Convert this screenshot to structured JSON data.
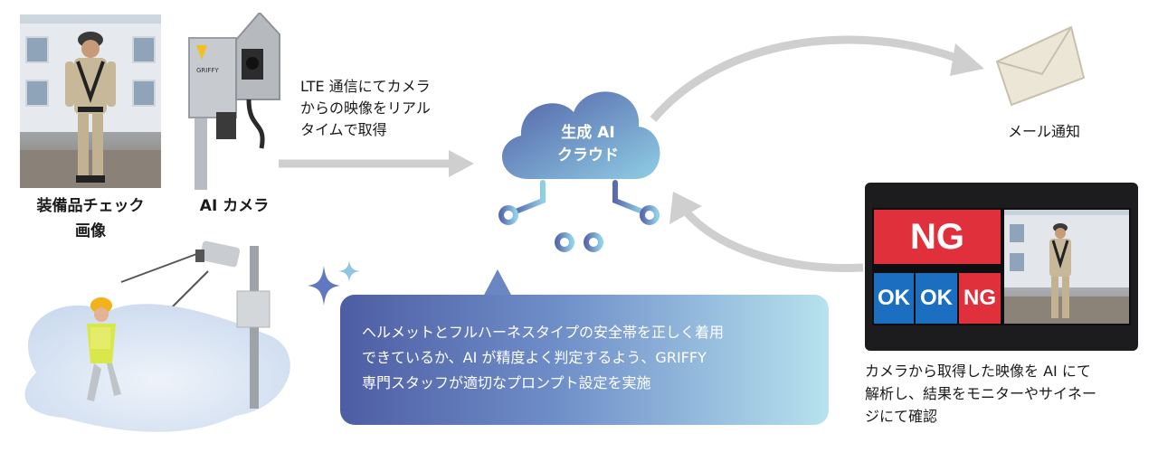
{
  "labels": {
    "equipment_check_line1": "装備品チェック",
    "equipment_check_line2": "画像",
    "ai_camera": "AI カメラ",
    "lte_line1": "LTE 通信にてカメラ",
    "lte_line2": "からの映像をリアル",
    "lte_line3": "タイムで取得",
    "cloud_line1": "生成 AI",
    "cloud_line2": "クラウド",
    "mail": "メール通知",
    "monitor_line1": "カメラから取得した映像を AI にて",
    "monitor_line2": "解析し、結果をモニターやサイネー",
    "monitor_line3": "ジにて確認"
  },
  "bubble": {
    "line1": "ヘルメットとフルハーネスタイプの安全帯を正しく着用",
    "line2": "できているか、AI が精度よく判定するよう、GRIFFY",
    "line3": "専門スタッフが適切なプロンプト設定を実施"
  },
  "camera_device": {
    "brand": "GRIFFY"
  },
  "monitor": {
    "main_result": "NG",
    "results": [
      "OK",
      "OK",
      "NG"
    ]
  },
  "colors": {
    "ng": "#e0303c",
    "ok": "#1c6fc0",
    "cloud_start": "#4e5da3",
    "cloud_end": "#9fd6ea",
    "arrow": "#cfcfcf"
  },
  "icons": [
    "cloud-icon",
    "circuit-icon",
    "sparkle-icon",
    "envelope-icon",
    "cctv-icon",
    "worker-icon"
  ]
}
